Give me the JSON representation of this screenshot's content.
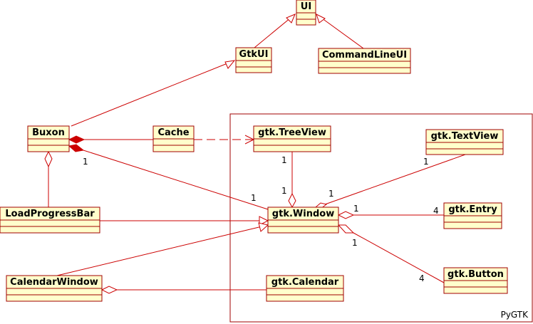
{
  "colors": {
    "box_fill": "#ffffcc",
    "box_stroke": "#a00000",
    "line": "#cc0000",
    "text": "#000000"
  },
  "package": {
    "label": "PyGTK"
  },
  "classes": {
    "ui": "UI",
    "gtkui": "GtkUI",
    "commandlineui": "CommandLineUI",
    "buxon": "Buxon",
    "cache": "Cache",
    "treeview": "gtk.TreeView",
    "textview": "gtk.TextView",
    "window": "gtk.Window",
    "entry": "gtk.Entry",
    "button": "gtk.Button",
    "calendar": "gtk.Calendar",
    "loadprogressbar": "LoadProgressBar",
    "calendarwindow": "CalendarWindow"
  },
  "multiplicities": {
    "buxon_window_src": "1",
    "buxon_window_dst": "1",
    "treeview_src": "1",
    "treeview_window": "1",
    "textview_src": "1",
    "textview_window": "1",
    "entry_window": "1",
    "entry_dst": "4",
    "button_window": "1",
    "button_dst": "4"
  }
}
